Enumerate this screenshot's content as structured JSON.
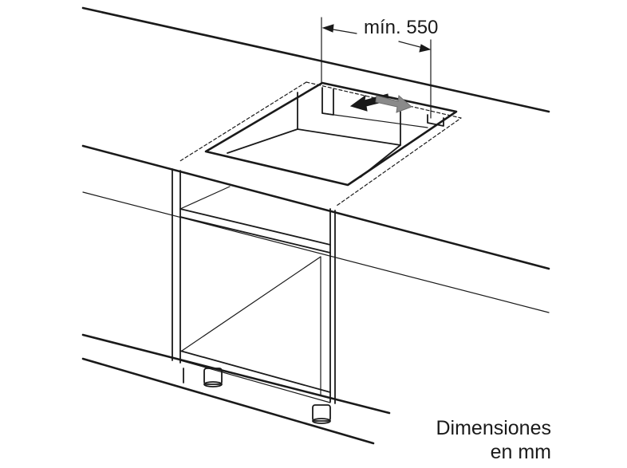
{
  "dimension": {
    "label": "mín. 550"
  },
  "caption": {
    "line1": "Dimensiones",
    "line2": "en mm"
  }
}
